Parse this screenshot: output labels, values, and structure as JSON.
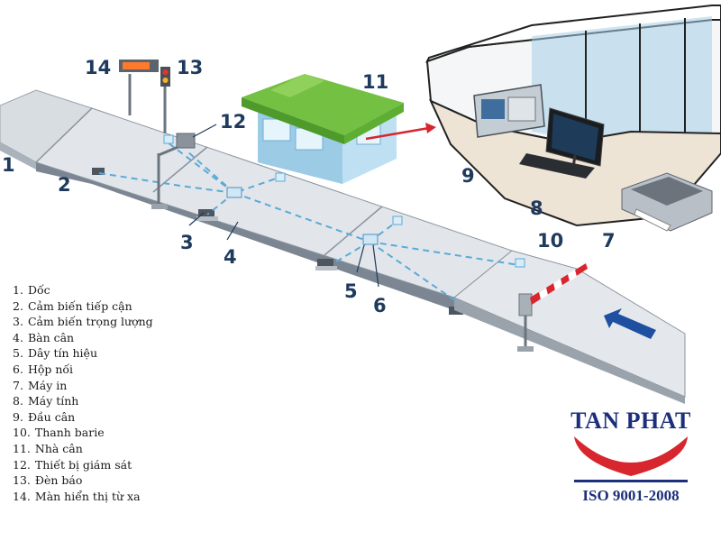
{
  "callouts": [
    {
      "id": "1",
      "text": "1"
    },
    {
      "id": "2",
      "text": "2"
    },
    {
      "id": "3",
      "text": "3"
    },
    {
      "id": "4",
      "text": "4"
    },
    {
      "id": "5",
      "text": "5"
    },
    {
      "id": "6",
      "text": "6"
    },
    {
      "id": "7",
      "text": "7"
    },
    {
      "id": "8",
      "text": "8"
    },
    {
      "id": "9",
      "text": "9"
    },
    {
      "id": "10",
      "text": "10"
    },
    {
      "id": "11",
      "text": "11"
    },
    {
      "id": "12",
      "text": "12"
    },
    {
      "id": "13",
      "text": "13"
    },
    {
      "id": "14",
      "text": "14"
    }
  ],
  "legend": [
    {
      "num": "1.",
      "label": "Dốc"
    },
    {
      "num": "2.",
      "label": "Cảm biến tiếp cận"
    },
    {
      "num": "3.",
      "label": "Cảm biến trọng lượng"
    },
    {
      "num": "4.",
      "label": "Bàn cân"
    },
    {
      "num": "5.",
      "label": "Dây tín hiệu"
    },
    {
      "num": "6.",
      "label": "Hộp nối"
    },
    {
      "num": "7.",
      "label": "Máy in"
    },
    {
      "num": "8.",
      "label": "Máy tính"
    },
    {
      "num": "9.",
      "label": "Đầu cân"
    },
    {
      "num": "10.",
      "label": "Thanh barie"
    },
    {
      "num": "11.",
      "label": "Nhà cân"
    },
    {
      "num": "12.",
      "label": "Thiết bị giám sát"
    },
    {
      "num": "13.",
      "label": "Đèn báo"
    },
    {
      "num": "14.",
      "label": "Màn hiển thị từ xa"
    }
  ],
  "logo": {
    "brand": "TAN PHAT",
    "cert": "ISO 9001-2008",
    "colors": {
      "blue": "#1b2f7a",
      "red": "#d7262e"
    }
  },
  "colors": {
    "platform": "#e2e6ea",
    "platform_edge": "#7b8692",
    "signal_wire": "#5aaad8",
    "booth_roof": "#74c043",
    "booth_wall": "#a9d6ee",
    "barrier_red": "#d9262e",
    "label": "#1e3a5c"
  },
  "icons": [
    "arrow-right-icon",
    "arrow-left-icon"
  ]
}
